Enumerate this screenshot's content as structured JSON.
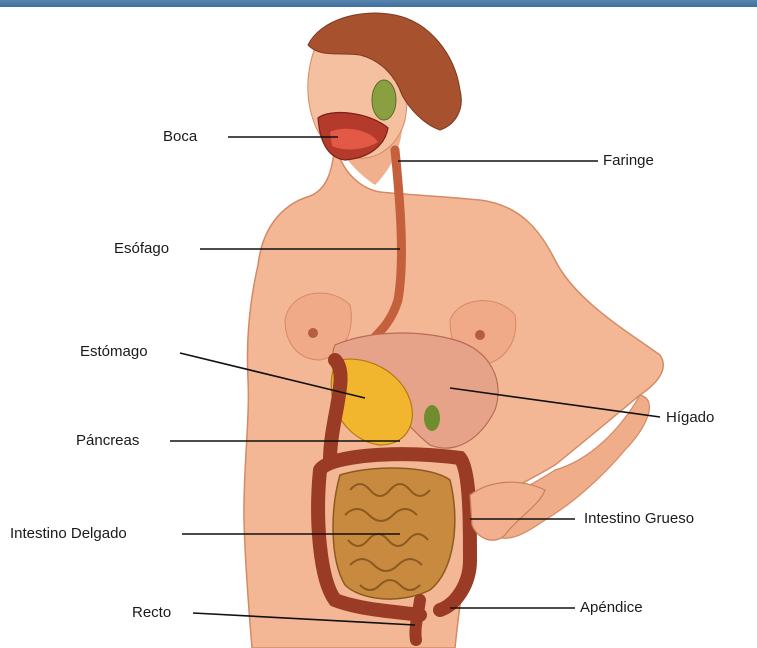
{
  "labels": {
    "boca": "Boca",
    "faringe": "Faringe",
    "esofago": "Esófago",
    "estomago": "Estómago",
    "higado": "Hígado",
    "pancreas": "Páncreas",
    "intestino_delgado": "Intestino Delgado",
    "intestino_grueso": "Intestino Grueso",
    "recto": "Recto",
    "apendice": "Apéndice"
  },
  "colors": {
    "header": "#4a78a6",
    "skin": "#f2b593",
    "hair": "#a8512f",
    "liver": "#e7a38a",
    "stomach": "#f2b62e",
    "colon": "#9a3b25",
    "small_intestine": "#c78a3f",
    "leader_line": "#111111"
  }
}
